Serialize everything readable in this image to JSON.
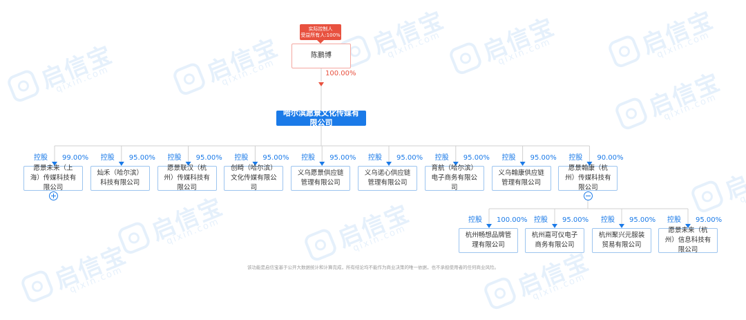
{
  "watermark": {
    "text": "启信宝",
    "sub": "qixin.com"
  },
  "controller": {
    "tag_line1": "实际控制人",
    "tag_line2": "受益所有人:100%",
    "name": "陈鹏博",
    "percent": "100.00%"
  },
  "root_company": "哈尔滨愿景文化传媒有限公司",
  "subsidiaries": [
    {
      "type": "控股",
      "percent": "99.00%",
      "name": "愿景未来（上海）传媒科技有限公司",
      "toggle": "expand"
    },
    {
      "type": "控股",
      "percent": "95.00%",
      "name": "灿禾（哈尔滨）科技有限公司"
    },
    {
      "type": "控股",
      "percent": "95.00%",
      "name": "愿景联汉（杭州）传媒科技有限公司"
    },
    {
      "type": "控股",
      "percent": "95.00%",
      "name": "创畸（哈尔滨）文化传媒有限公司"
    },
    {
      "type": "控股",
      "percent": "95.00%",
      "name": "义乌愿景供应链管理有限公司"
    },
    {
      "type": "控股",
      "percent": "95.00%",
      "name": "义乌诺心供应链管理有限公司"
    },
    {
      "type": "控股",
      "percent": "95.00%",
      "name": "育航（哈尔滨）电子商务有限公司"
    },
    {
      "type": "控股",
      "percent": "95.00%",
      "name": "义乌翰康供应链管理有限公司"
    },
    {
      "type": "控股",
      "percent": "90.00%",
      "name": "愿景翰康（杭州）传媒科技有限公司",
      "toggle": "collapse"
    }
  ],
  "sub_subsidiaries": [
    {
      "type": "控股",
      "percent": "100.00%",
      "name": "杭州畅想品牌管理有限公司"
    },
    {
      "type": "控股",
      "percent": "95.00%",
      "name": "杭州嘉可仪电子商务有限公司"
    },
    {
      "type": "控股",
      "percent": "95.00%",
      "name": "杭州聚兴元服装贸易有限公司"
    },
    {
      "type": "控股",
      "percent": "95.00%",
      "name": "愿景未来（杭州）信息科技有限公司"
    }
  ],
  "footer": "该功能是启信宝基于公开大数据统计和计算完成，所有结论均不能作为商业决策的唯一依据，也不承担使用者的任何商业风险。",
  "colors": {
    "blue": "#1a7ae8",
    "red": "#e8513f",
    "line": "#d0d0d0",
    "border": "#9cc4ef"
  }
}
